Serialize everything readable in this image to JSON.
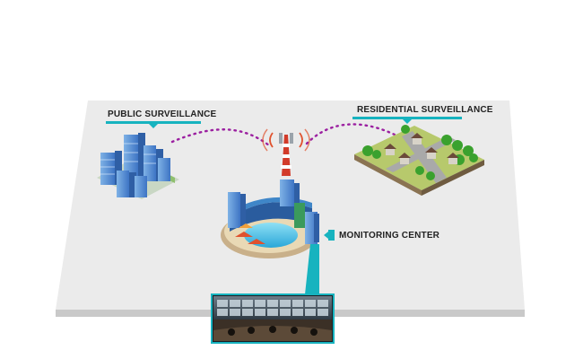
{
  "labels": {
    "public": "PUBLIC SURVEILLANCE",
    "residential": "RESIDENTIAL SURVEILLANCE",
    "monitoring": "MONITORING CENTER"
  },
  "colors": {
    "accent": "#17b3bf",
    "link": "#9b1fa0",
    "platform": "#ebebeb",
    "platform_edge": "#c9c9c9"
  },
  "icons": [
    "city-buildings-icon",
    "cell-tower-icon",
    "houses-icon",
    "resort-pool-icon",
    "control-room-photo"
  ]
}
